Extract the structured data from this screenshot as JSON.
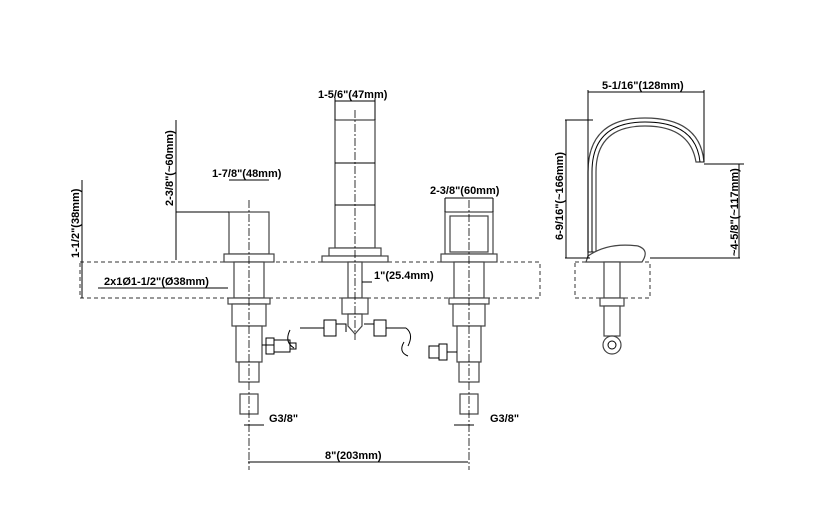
{
  "dimensions": {
    "spout_width": "1-5/6\"(47mm)",
    "handle_height": "2-3/8\"(~60mm)",
    "handle_width_left": "1-7/8\"(48mm)",
    "handle_width_right": "2-3/8\"(60mm)",
    "deck_thickness": "1-1/2\"(38mm)",
    "holes": "2x1Ø1-1/2\"(Ø38mm)",
    "spout_hole": "1\"(25.4mm)",
    "thread_left": "G3/8\"",
    "thread_right": "G3/8\"",
    "spread": "8\"(203mm)",
    "reach": "5-1/16\"(128mm)",
    "total_height": "6-9/16\"(~166mm)",
    "spout_clearance": "~4-5/8\"(~117mm)"
  }
}
